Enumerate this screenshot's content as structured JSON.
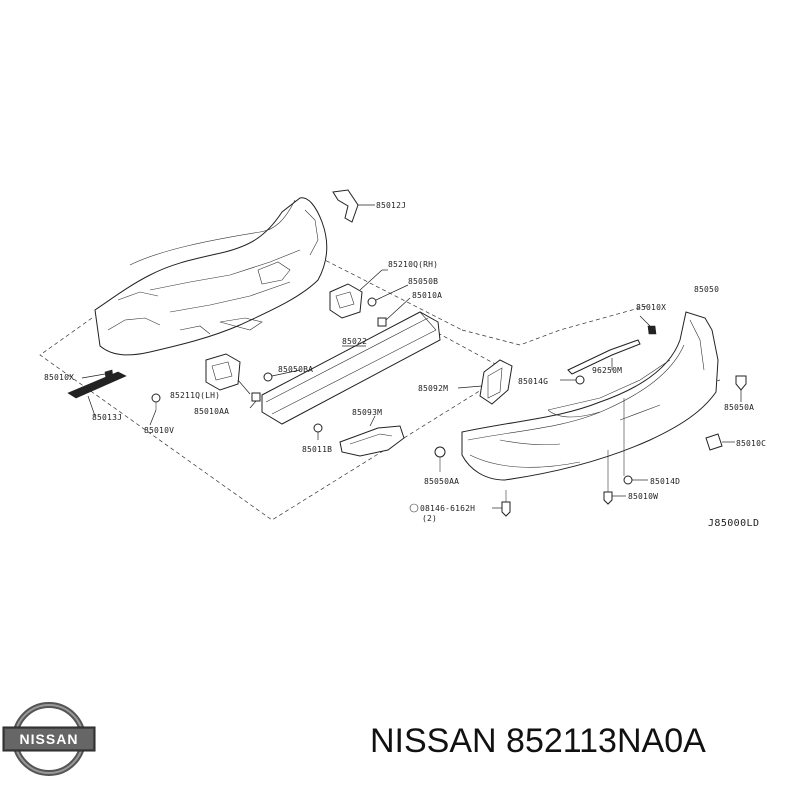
{
  "diagram": {
    "diagram_code": "J85000LD",
    "part_labels": [
      "85012J",
      "85210Q(RH)",
      "85050B",
      "85010A",
      "85022",
      "85050BA",
      "85211Q(LH)",
      "85010AA",
      "85010X",
      "85013J",
      "85010V",
      "85092M",
      "85093M",
      "85011B",
      "85050AA",
      "08146-6162H",
      "(2)",
      "85010X",
      "85050",
      "96250M",
      "85014G",
      "85050A",
      "85010C",
      "85014D",
      "85010W"
    ]
  },
  "brand": {
    "logo_text": "NISSAN",
    "caption": "NISSAN 852113NA0A"
  }
}
